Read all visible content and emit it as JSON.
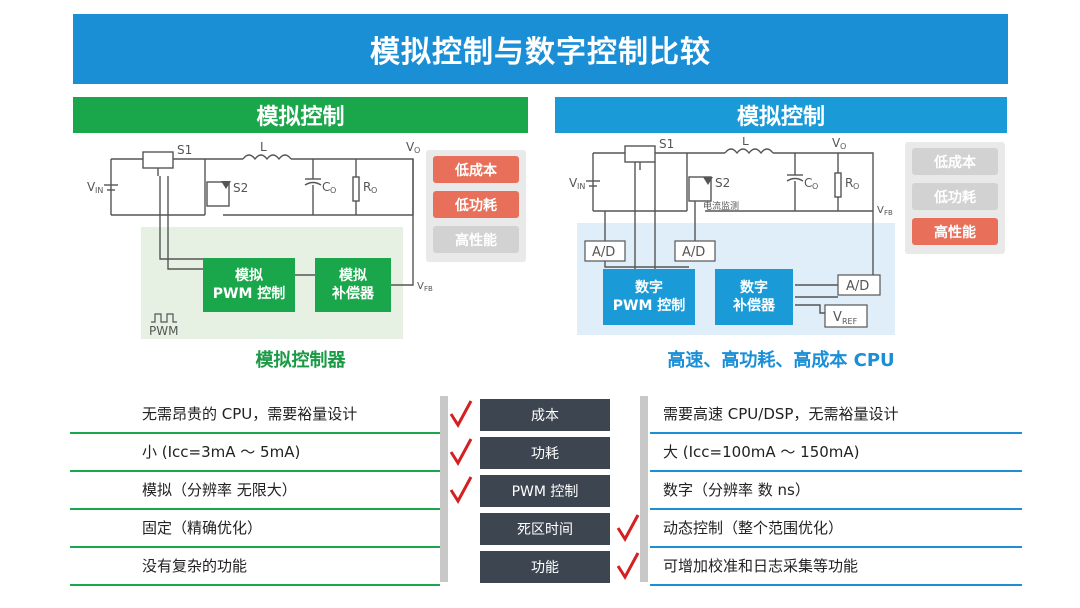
{
  "title": "模拟控制与数字控制比较",
  "colors": {
    "title_blue": "#1a8fd6",
    "analog_green": "#1aa64a",
    "digital_blue": "#1a9ad6",
    "highlight": "#e8705a",
    "check_red": "#d42020"
  },
  "analog": {
    "header": "模拟控制",
    "caption": "模拟控制器",
    "circuit": {
      "s1": "S1",
      "s2": "S2",
      "l": "L",
      "vo": "V",
      "vo_sub": "O",
      "vin": "V",
      "vin_sub": "IN",
      "co": "C",
      "co_sub": "O",
      "ro": "R",
      "ro_sub": "O",
      "vfb": "V",
      "vfb_sub": "FB",
      "pwm": "PWM",
      "block1_line1": "模拟",
      "block1_line2": "PWM 控制",
      "block2_line1": "模拟",
      "block2_line2": "补偿器"
    },
    "features": [
      {
        "label": "低成本",
        "active": true
      },
      {
        "label": "低功耗",
        "active": true
      },
      {
        "label": "高性能",
        "active": false
      }
    ]
  },
  "digital": {
    "header": "模拟控制",
    "caption": "高速、高功耗、高成本 CPU",
    "circuit": {
      "s1": "S1",
      "s2": "S2",
      "l": "L",
      "vo": "V",
      "vo_sub": "O",
      "vin": "V",
      "vin_sub": "IN",
      "co": "C",
      "co_sub": "O",
      "ro": "R",
      "ro_sub": "O",
      "vfb": "V",
      "vfb_sub": "FB",
      "current_sense": "电流监测",
      "ad1": "A/D",
      "ad2": "A/D",
      "ad3": "A/D",
      "vref": "V",
      "vref_sub": "REF",
      "block1_line1": "数字",
      "block1_line2": "PWM 控制",
      "block2_line1": "数字",
      "block2_line2": "补偿器"
    },
    "features": [
      {
        "label": "低成本",
        "active": false
      },
      {
        "label": "低功耗",
        "active": false
      },
      {
        "label": "高性能",
        "active": true
      }
    ]
  },
  "comparison": [
    {
      "left": "无需昂贵的 CPU，需要裕量设计",
      "category": "成本",
      "check": "left",
      "right": "需要高速 CPU/DSP，无需裕量设计"
    },
    {
      "left": "小 (Icc=3mA ～ 5mA)",
      "category": "功耗",
      "check": "left",
      "right": "大 (Icc=100mA ～ 150mA)"
    },
    {
      "left": "模拟（分辨率 无限大）",
      "category": "PWM 控制",
      "check": "left",
      "right": "数字（分辨率 数 ns）"
    },
    {
      "left": "固定（精确优化）",
      "category": "死区时间",
      "check": "right",
      "right": "动态控制（整个范围优化）"
    },
    {
      "left": "没有复杂的功能",
      "category": "功能",
      "check": "right",
      "right": "可增加校准和日志采集等功能"
    }
  ]
}
